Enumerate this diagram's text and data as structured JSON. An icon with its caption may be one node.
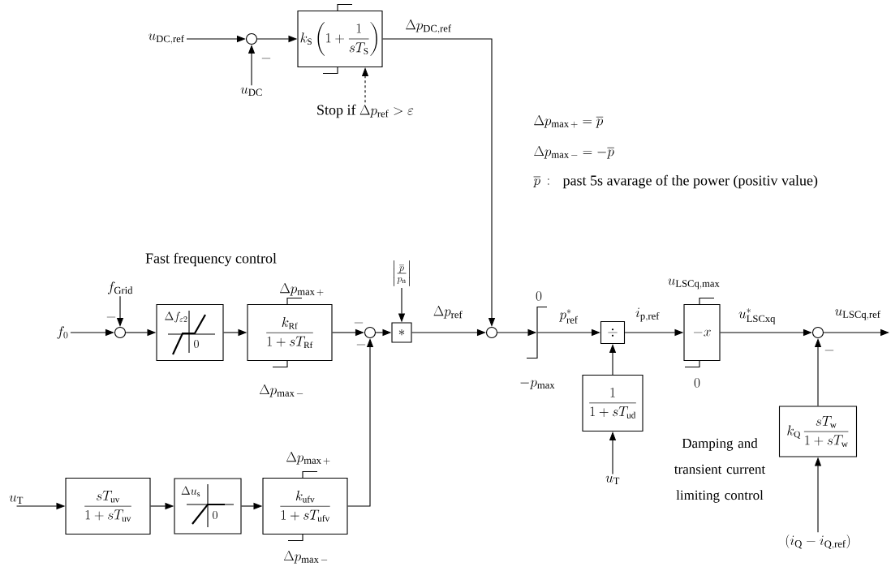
{
  "diagram": {
    "nodes": [
      {
        "text": [
          "u_{\\mathrm{DC,ref}}"
        ]
      },
      {
        "text": [],
        "shape": "circle"
      },
      {
        "text": [
          "u_{\\mathrm{DC}}"
        ]
      },
      {
        "text": [
          "k_{\\mathrm{S}}\\left(1+\\frac{1}{sT_{\\mathrm{S}}}\\right)"
        ]
      },
      {
        "text": [
          "Stop if",
          "\\Delta p_{\\mathrm{ref}} > \\varepsilon"
        ]
      },
      {
        "text": [
          "f_{\\mathrm{Grid}}"
        ]
      },
      {
        "text": [
          "f_{0}"
        ]
      },
      {
        "text": [],
        "shape": "circle"
      },
      {
        "text": [
          "\\Delta f_{\\varepsilon 2}",
          "0"
        ]
      },
      {
        "text": [
          "\\frac{k_{\\mathrm{Rf}}}{1+sT_{\\mathrm{Rf}}}"
        ],
        "beside": [
          "\\Delta p_{\\max +}",
          "\\Delta p_{\\max -}"
        ]
      },
      {
        "text": [
          "\\left|\\frac{\\overline{p}}{p_{\\mathrm{n}}}\\right|"
        ]
      },
      {
        "text": [],
        "shape": "circle"
      },
      {
        "text": [
          "*"
        ]
      },
      {
        "text": [],
        "shape": "circle"
      },
      {
        "text": [],
        "shape": "bar",
        "beside": [
          "0",
          "-p_{\\max}"
        ]
      },
      {
        "text": [
          "\\div"
        ]
      },
      {
        "text": [
          "-x"
        ],
        "beside": [
          "u_{\\mathrm{LSCq,max}}",
          "0"
        ]
      },
      {
        "text": [],
        "shape": "circle"
      },
      {
        "text": [
          "\\frac{1}{1+sT_{\\mathrm{ud}}}"
        ]
      },
      {
        "text": [
          "k_{\\mathrm{Q}}\\,\\frac{sT_{\\mathrm{w}}}{1+sT_{\\mathrm{w}}}"
        ],
        "beside": [
          "Damping and transient current limiting control"
        ]
      },
      {
        "text": [
          "u_{\\mathrm{T}}"
        ]
      },
      {
        "text": [
          "\\left(i_{\\mathrm{Q}}-i_{\\mathrm{Q,ref}}\\right)"
        ]
      },
      {
        "text": [
          "u_{\\mathrm{T}}"
        ]
      },
      {
        "text": [
          "\\frac{sT_{\\mathrm{uv}}}{1+sT_{\\mathrm{uv}}}"
        ]
      },
      {
        "text": [
          "\\Delta u_{\\mathrm{s}}",
          "0"
        ]
      },
      {
        "text": [
          "\\frac{k_{\\mathrm{ufv}}}{1+sT_{\\mathrm{ufv}}}"
        ],
        "beside": [
          "\\Delta p_{\\max +}",
          "\\Delta p_{\\max -}"
        ]
      }
    ],
    "edges": [
      {
        "from": 0,
        "to": 1,
        "arrow": "to"
      },
      {
        "from": 2,
        "to": 1,
        "arrow": "to"
      },
      {
        "from": 1,
        "to": 3,
        "arrow": "to"
      },
      {
        "from": 4,
        "to": 3,
        "arrow": "to",
        "style": "dashed"
      },
      {
        "from": 3,
        "to": 13,
        "arrow": "to",
        "label": "\\Delta p_{\\mathrm{DC,ref}}"
      },
      {
        "from": 6,
        "to": 7,
        "arrow": "to"
      },
      {
        "from": 5,
        "to": 7,
        "arrow": "to"
      },
      {
        "from": 7,
        "to": 8,
        "arrow": "to"
      },
      {
        "from": 8,
        "to": 9,
        "arrow": "to"
      },
      {
        "from": 9,
        "to": 11,
        "arrow": "to"
      },
      {
        "from": 25,
        "to": 11,
        "arrow": "to"
      },
      {
        "from": 11,
        "to": 12,
        "arrow": "to"
      },
      {
        "from": 10,
        "to": 12,
        "arrow": "to"
      },
      {
        "from": 12,
        "to": 13,
        "arrow": "to",
        "label": "\\Delta p_{\\mathrm{ref}}"
      },
      {
        "from": 13,
        "to": 14,
        "arrow": "to"
      },
      {
        "from": 14,
        "to": 15,
        "arrow": "to",
        "label": "p_{\\mathrm{ref}}^{*}"
      },
      {
        "from": 18,
        "to": 15,
        "arrow": "to"
      },
      {
        "from": 20,
        "to": 18,
        "arrow": "to"
      },
      {
        "from": 15,
        "to": 16,
        "arrow": "to",
        "label": "i_{\\mathrm{p,ref}}"
      },
      {
        "from": 16,
        "to": 17,
        "arrow": "to",
        "label": "u_{\\mathrm{LSCxq}}^{*}"
      },
      {
        "from": 19,
        "to": 17,
        "arrow": "to"
      },
      {
        "from": 21,
        "to": 19,
        "arrow": "to"
      },
      {
        "from": 17,
        "to": null,
        "arrow": "to",
        "label": "u_{\\mathrm{LSCq,ref}}"
      },
      {
        "from": 22,
        "to": 23,
        "arrow": "to"
      },
      {
        "from": 23,
        "to": 24,
        "arrow": "to"
      },
      {
        "from": 24,
        "to": 25,
        "arrow": "to"
      }
    ],
    "labels": [
      "Fast frequency control",
      "\\Delta p_{\\max +} = \\overline{p}",
      "\\Delta p_{\\max -} = -\\overline{p}",
      "\\overline{p}\\,:",
      "past 5s avarage of the power (positiv value)",
      "-",
      "-",
      "-",
      "-",
      "-"
    ]
  }
}
